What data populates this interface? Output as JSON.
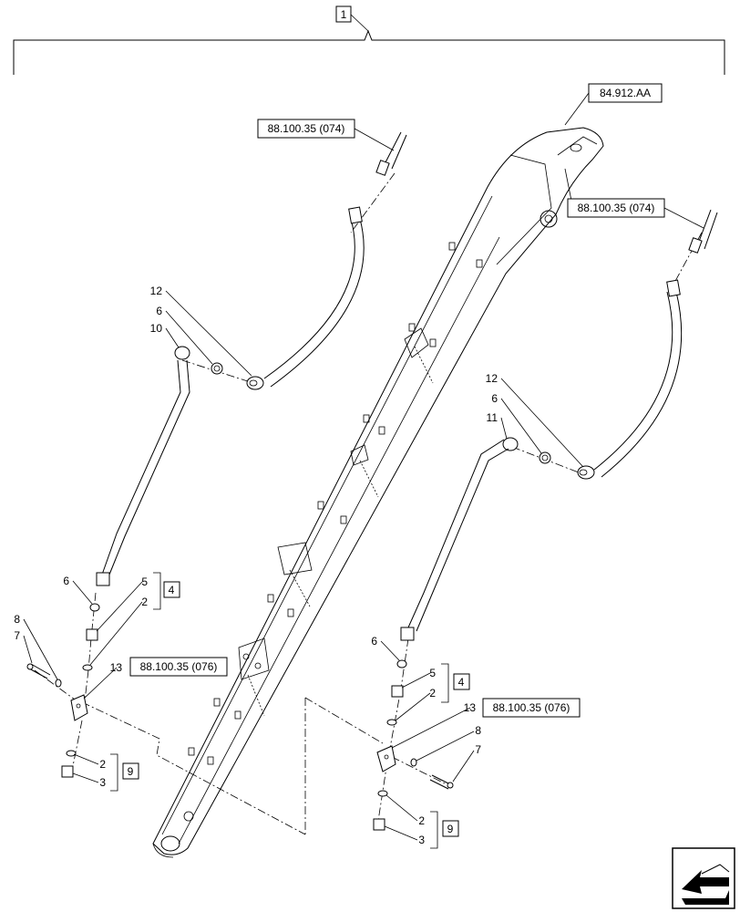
{
  "diagram": {
    "assembly_number": "1",
    "references": {
      "boom": "84.912.AA",
      "pipe_left": "88.100.35 (074)",
      "pipe_right": "88.100.35 (074)",
      "valve_left": "88.100.35 (076)",
      "valve_right": "88.100.35 (076)"
    },
    "callouts": {
      "left": {
        "hose": "12",
        "oring_upper": "6",
        "tube": "10",
        "oring_lower": "6",
        "fitting": "5",
        "seal_fitting": "2",
        "kit_a": "4",
        "washer": "8",
        "screw": "7",
        "valve": "13",
        "seal_plug": "2",
        "plug": "3",
        "kit_b": "9"
      },
      "right": {
        "hose": "12",
        "oring_upper": "6",
        "tube": "11",
        "oring_lower": "6",
        "fitting": "5",
        "seal_fitting": "2",
        "kit_a": "4",
        "valve": "13",
        "washer": "8",
        "screw": "7",
        "seal_plug": "2",
        "plug": "3",
        "kit_b": "9"
      }
    },
    "icons": {
      "corner": "next-page-arrow-icon"
    }
  }
}
